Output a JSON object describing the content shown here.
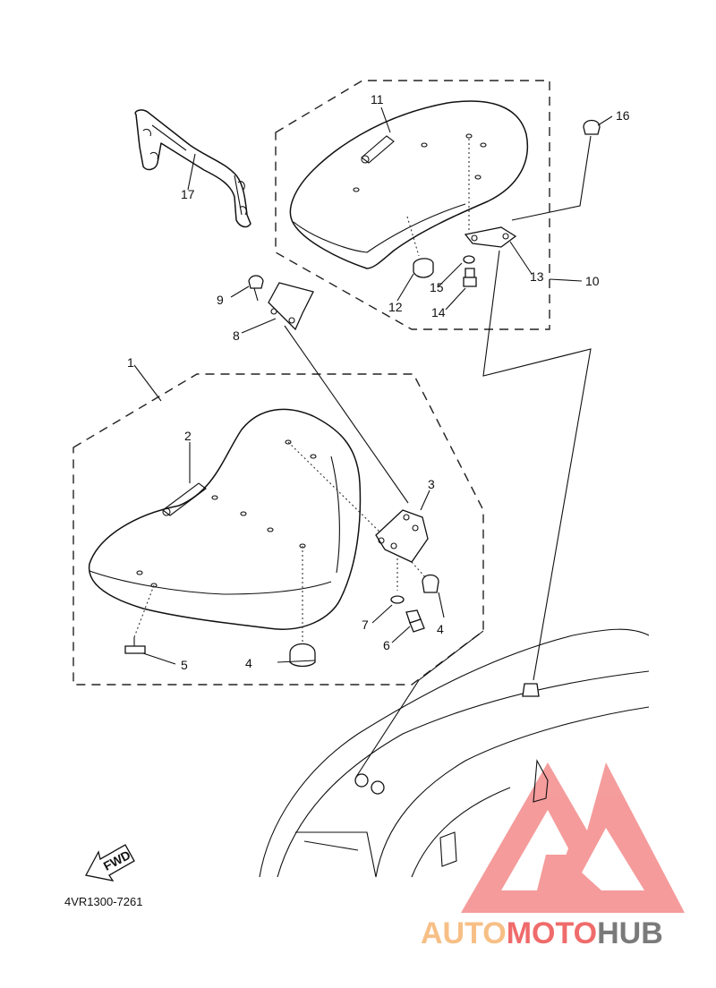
{
  "diagram": {
    "code": "4VR1300-7261",
    "fwd_label": "FWD",
    "callouts": [
      "1",
      "2",
      "3",
      "4",
      "4",
      "5",
      "6",
      "7",
      "8",
      "9",
      "10",
      "11",
      "12",
      "13",
      "14",
      "15",
      "16",
      "17"
    ]
  },
  "watermark": {
    "part1": "AUTO",
    "part2": "MOTO",
    "part3": "HUB",
    "color_auto": "#f7bf86",
    "color_moto": "#f06b6b",
    "color_hub": "#7a7a7a"
  }
}
